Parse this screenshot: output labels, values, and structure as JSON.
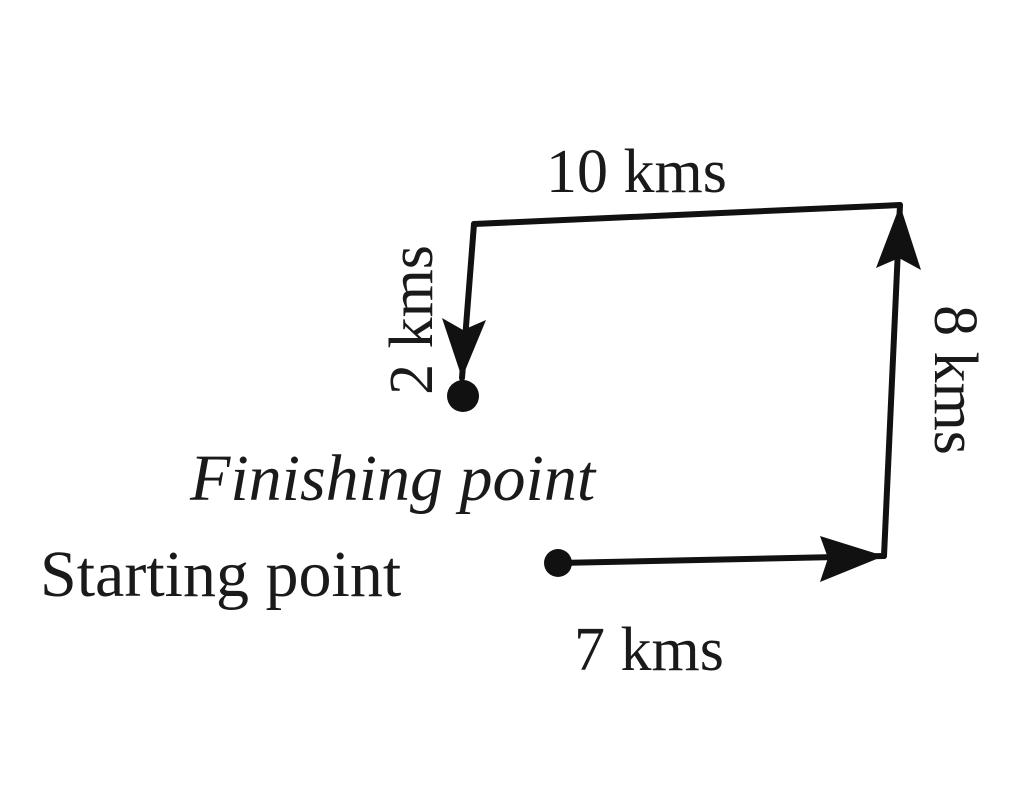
{
  "segments": {
    "east": "7 kms",
    "north": "8 kms",
    "west": "10 kms",
    "south": "2 kms"
  },
  "points": {
    "start": "Starting point",
    "finish": "Finishing point"
  },
  "colors": {
    "ink": "#111111"
  }
}
